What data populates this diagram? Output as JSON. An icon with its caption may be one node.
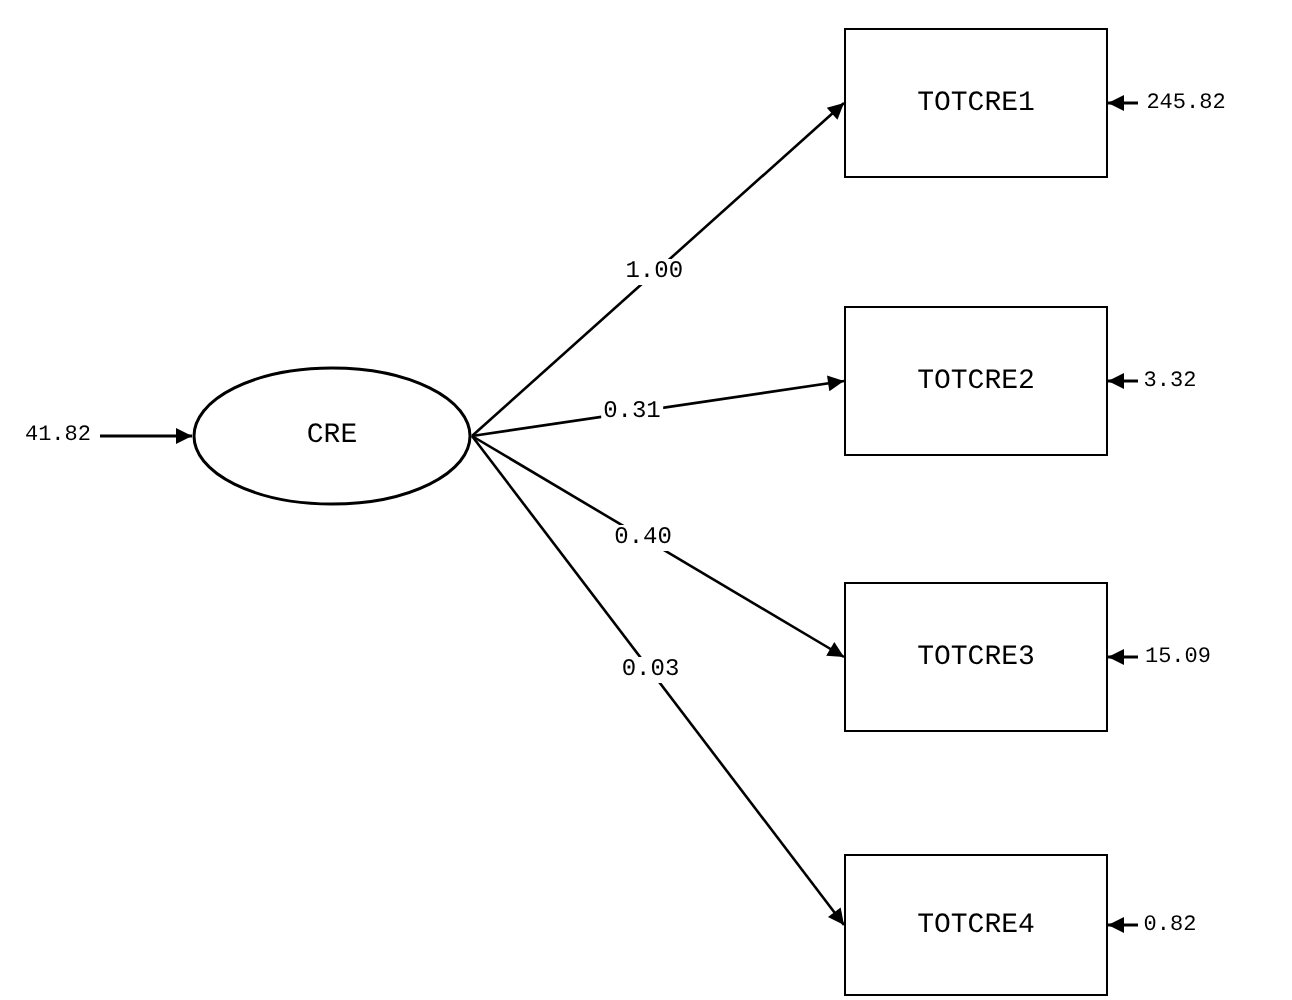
{
  "diagram": {
    "nodes": [
      {
        "text": [
          "CRE"
        ]
      },
      {
        "text": [
          "TOTCRE1"
        ]
      },
      {
        "text": [
          "TOTCRE2"
        ]
      },
      {
        "text": [
          "TOTCRE3"
        ]
      },
      {
        "text": [
          "TOTCRE4"
        ]
      },
      {
        "text": [
          "41.82"
        ]
      },
      {
        "text": [
          "245.82"
        ]
      },
      {
        "text": [
          "3.32"
        ]
      },
      {
        "text": [
          "15.09"
        ]
      },
      {
        "text": [
          "0.82"
        ]
      }
    ],
    "edges": [
      {
        "from": 0,
        "to": 1,
        "arrow": "to",
        "label": "1.00"
      },
      {
        "from": 0,
        "to": 2,
        "arrow": "to",
        "label": "0.31"
      },
      {
        "from": 0,
        "to": 3,
        "arrow": "to",
        "label": "0.40"
      },
      {
        "from": 0,
        "to": 4,
        "arrow": "to",
        "label": "0.03"
      },
      {
        "from": 5,
        "to": 0,
        "arrow": "to"
      },
      {
        "from": 6,
        "to": 1,
        "arrow": "to"
      },
      {
        "from": 7,
        "to": 2,
        "arrow": "to"
      },
      {
        "from": 8,
        "to": 3,
        "arrow": "to"
      },
      {
        "from": 9,
        "to": 4,
        "arrow": "to"
      }
    ]
  }
}
